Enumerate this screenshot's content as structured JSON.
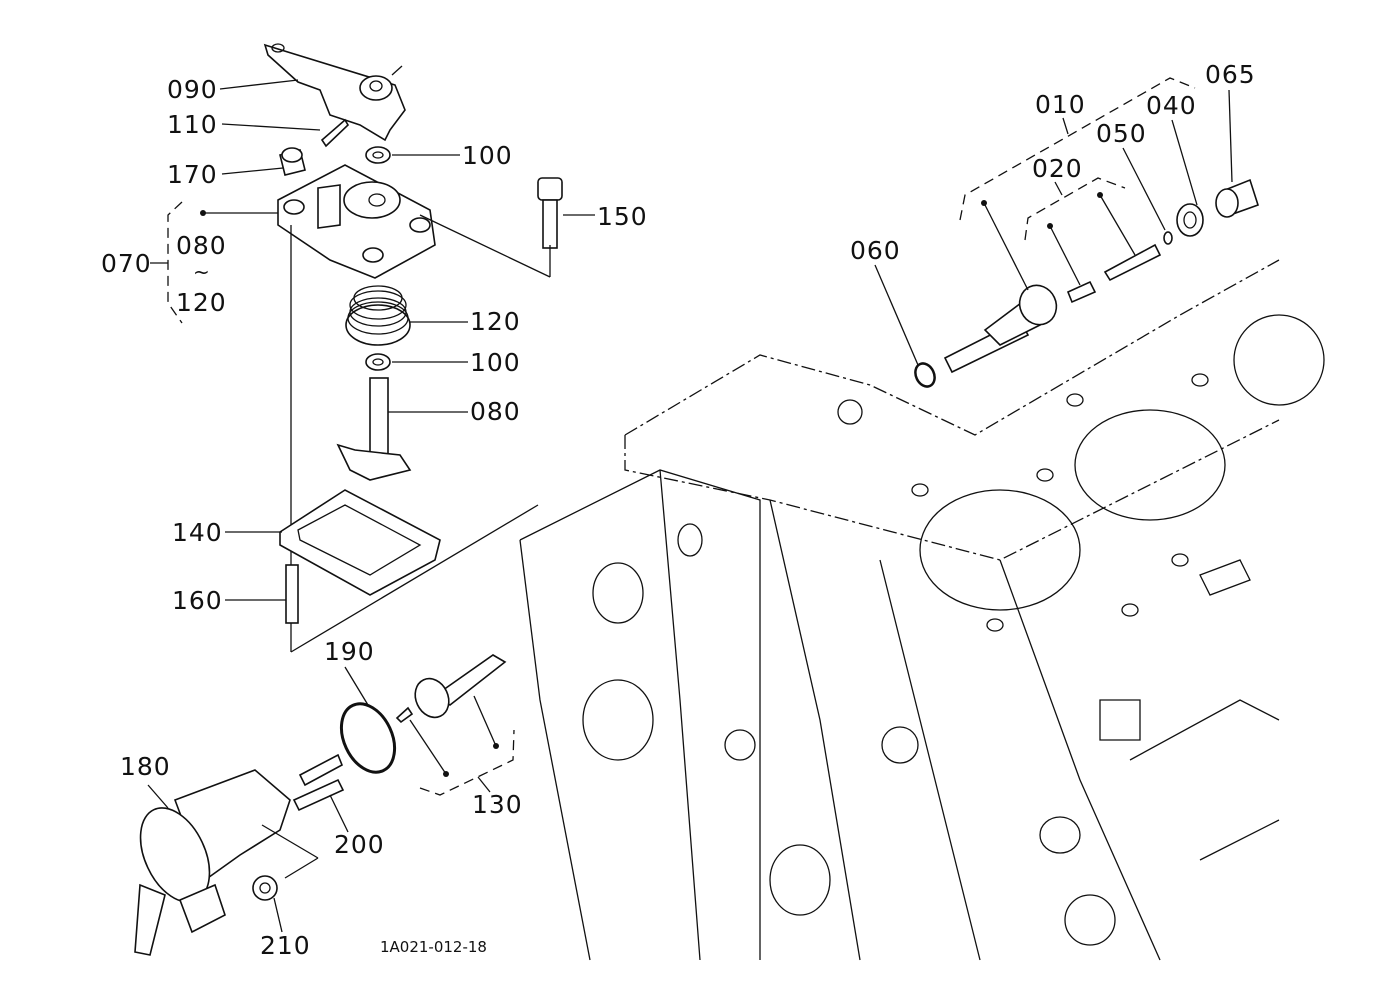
{
  "diagram": {
    "type": "exploded parts diagram",
    "drawing_code": "1A021-012-18",
    "callouts": [
      {
        "id": "c090",
        "number": "090"
      },
      {
        "id": "c110",
        "number": "110"
      },
      {
        "id": "c170",
        "number": "170"
      },
      {
        "id": "c100a",
        "number": "100"
      },
      {
        "id": "c150",
        "number": "150"
      },
      {
        "id": "c070",
        "number": "070"
      },
      {
        "id": "c070_range_from",
        "number": "080"
      },
      {
        "id": "c070_range_sep",
        "number": "~"
      },
      {
        "id": "c070_range_to",
        "number": "120"
      },
      {
        "id": "c120",
        "number": "120"
      },
      {
        "id": "c100b",
        "number": "100"
      },
      {
        "id": "c080",
        "number": "080"
      },
      {
        "id": "c140",
        "number": "140"
      },
      {
        "id": "c160",
        "number": "160"
      },
      {
        "id": "c190",
        "number": "190"
      },
      {
        "id": "c180",
        "number": "180"
      },
      {
        "id": "c200",
        "number": "200"
      },
      {
        "id": "c130",
        "number": "130"
      },
      {
        "id": "c210",
        "number": "210"
      },
      {
        "id": "c010",
        "number": "010"
      },
      {
        "id": "c020",
        "number": "020"
      },
      {
        "id": "c050",
        "number": "050"
      },
      {
        "id": "c040",
        "number": "040"
      },
      {
        "id": "c065",
        "number": "065"
      },
      {
        "id": "c060",
        "number": "060"
      }
    ]
  }
}
